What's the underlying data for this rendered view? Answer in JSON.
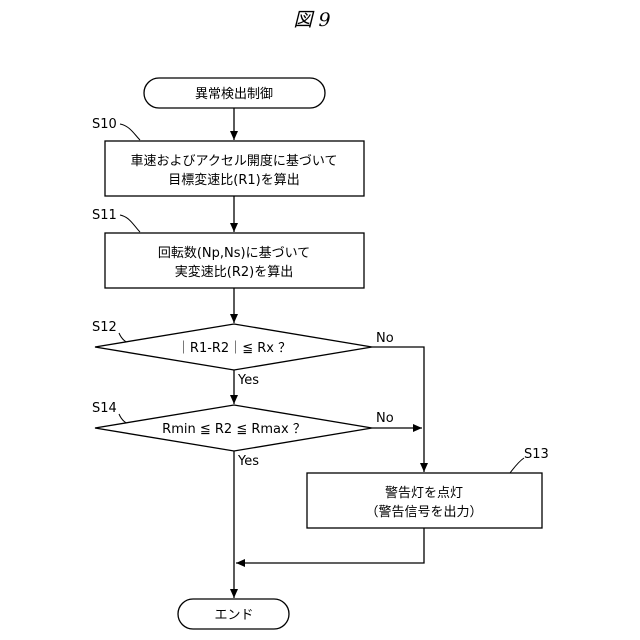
{
  "figure_title": "図 9",
  "start": "異常検出制御",
  "steps": {
    "s10": {
      "label": "S10",
      "lines": [
        "車速およびアクセル開度に基づいて",
        "目標変速比(R1)を算出"
      ]
    },
    "s11": {
      "label": "S11",
      "lines": [
        "回転数(Np,Ns)に基づいて",
        "実変速比(R2)を算出"
      ]
    },
    "s12": {
      "label": "S12",
      "text": "｜R1-R2｜≦ Rx ？",
      "yes": "Yes",
      "no": "No"
    },
    "s14": {
      "label": "S14",
      "text": "Rmin ≦ R2 ≦ Rmax ？",
      "yes": "Yes",
      "no": "No"
    },
    "s13": {
      "label": "S13",
      "lines": [
        "警告灯を点灯",
        "（警告信号を出力）"
      ]
    }
  },
  "end": "エンド"
}
